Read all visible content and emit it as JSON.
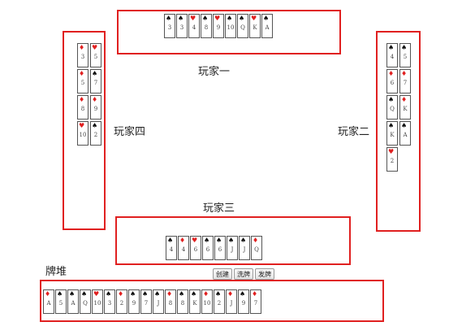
{
  "labels": {
    "player1": "玩家一",
    "player2": "玩家二",
    "player3": "玩家三",
    "player4": "玩家四",
    "deck": "牌堆"
  },
  "buttons": {
    "create": "创建",
    "shuffle": "洗牌",
    "deal": "发牌"
  },
  "colors": {
    "zone_border": "#e02020",
    "red_suit": "#e02020",
    "black_suit": "#111111"
  },
  "hands": {
    "player1": [
      {
        "suit": "spade",
        "rank": "3"
      },
      {
        "suit": "spade",
        "rank": "3"
      },
      {
        "suit": "heart",
        "rank": "4"
      },
      {
        "suit": "spade",
        "rank": "8"
      },
      {
        "suit": "heart",
        "rank": "9"
      },
      {
        "suit": "spade",
        "rank": "10"
      },
      {
        "suit": "spade",
        "rank": "Q"
      },
      {
        "suit": "heart",
        "rank": "K"
      },
      {
        "suit": "spade",
        "rank": "A"
      }
    ],
    "player2": [
      {
        "suit": "spade",
        "rank": "4"
      },
      {
        "suit": "spade",
        "rank": "5"
      },
      {
        "suit": "diamond",
        "rank": "6"
      },
      {
        "suit": "diamond",
        "rank": "7"
      },
      {
        "suit": "spade",
        "rank": "Q"
      },
      {
        "suit": "diamond",
        "rank": "K"
      },
      {
        "suit": "spade",
        "rank": "K"
      },
      {
        "suit": "spade",
        "rank": "A"
      },
      {
        "suit": "heart",
        "rank": "2"
      }
    ],
    "player3": [
      {
        "suit": "spade",
        "rank": "4"
      },
      {
        "suit": "diamond",
        "rank": "4"
      },
      {
        "suit": "heart",
        "rank": "6"
      },
      {
        "suit": "spade",
        "rank": "6"
      },
      {
        "suit": "spade",
        "rank": "6"
      },
      {
        "suit": "spade",
        "rank": "J"
      },
      {
        "suit": "spade",
        "rank": "J"
      },
      {
        "suit": "diamond",
        "rank": "Q"
      }
    ],
    "player4": [
      {
        "suit": "diamond",
        "rank": "3"
      },
      {
        "suit": "heart",
        "rank": "5"
      },
      {
        "suit": "diamond",
        "rank": "5"
      },
      {
        "suit": "spade",
        "rank": "7"
      },
      {
        "suit": "diamond",
        "rank": "8"
      },
      {
        "suit": "diamond",
        "rank": "9"
      },
      {
        "suit": "heart",
        "rank": "10"
      },
      {
        "suit": "spade",
        "rank": "2"
      }
    ],
    "deck": [
      {
        "suit": "diamond",
        "rank": "A"
      },
      {
        "suit": "spade",
        "rank": "5"
      },
      {
        "suit": "spade",
        "rank": "A"
      },
      {
        "suit": "spade",
        "rank": "Q"
      },
      {
        "suit": "heart",
        "rank": "10"
      },
      {
        "suit": "spade",
        "rank": "3"
      },
      {
        "suit": "diamond",
        "rank": "2"
      },
      {
        "suit": "spade",
        "rank": "9"
      },
      {
        "suit": "spade",
        "rank": "7"
      },
      {
        "suit": "spade",
        "rank": "J"
      },
      {
        "suit": "diamond",
        "rank": "8"
      },
      {
        "suit": "spade",
        "rank": "8"
      },
      {
        "suit": "spade",
        "rank": "K"
      },
      {
        "suit": "diamond",
        "rank": "10"
      },
      {
        "suit": "spade",
        "rank": "2"
      },
      {
        "suit": "diamond",
        "rank": "J"
      },
      {
        "suit": "spade",
        "rank": "9"
      },
      {
        "suit": "diamond",
        "rank": "7"
      }
    ]
  }
}
